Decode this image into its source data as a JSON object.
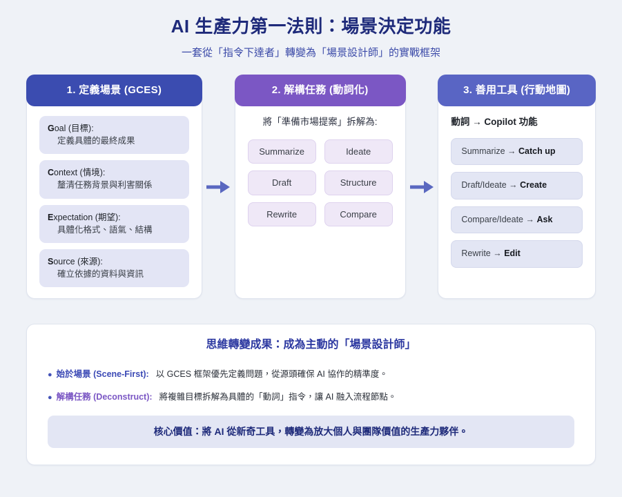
{
  "header": {
    "title": "AI 生產力第一法則：場景決定功能",
    "subtitle": "一套從「指令下達者」轉變為「場景設計師」的實戰框架"
  },
  "colors": {
    "page_background": "#eff2f7",
    "card1_header": "#3b4cb0",
    "card2_header": "#7b57c4",
    "card3_header": "#5965c4",
    "title": "#1e2a7a",
    "subtitle": "#3b4aa8",
    "arrow": "#5a68c0",
    "pill_indigo": "#e3e5f5",
    "chip_purple": "#efe8f7",
    "core_box": "#e3e6f4"
  },
  "flow": {
    "arrow_icon": "arrow-right-icon",
    "cards": [
      {
        "id": "define-scene",
        "header": "1. 定義場景 (GCES)",
        "items": [
          {
            "cap": "G",
            "rest": "oal (目標):",
            "desc": "定義具體的最終成果"
          },
          {
            "cap": "C",
            "rest": "ontext (情境):",
            "desc": "釐清任務背景與利害關係"
          },
          {
            "cap": "E",
            "rest": "xpectation (期望):",
            "desc": "具體化格式、語氣、結構"
          },
          {
            "cap": "S",
            "rest": "ource (來源):",
            "desc": "確立依據的資料與資訊"
          }
        ]
      },
      {
        "id": "deconstruct-task",
        "header": "2. 解構任務 (動詞化)",
        "lead": "將「準備市場提案」拆解為:",
        "verbs": [
          "Summarize",
          "Ideate",
          "Draft",
          "Structure",
          "Rewrite",
          "Compare"
        ]
      },
      {
        "id": "use-tools",
        "header": "3. 善用工具 (行動地圖)",
        "lead": "動詞 → Copilot 功能",
        "mappings": [
          {
            "from": "Summarize → ",
            "to": "Catch up"
          },
          {
            "from": "Draft/Ideate → ",
            "to": "Create"
          },
          {
            "from": "Compare/Ideate → ",
            "to": "Ask"
          },
          {
            "from": "Rewrite → ",
            "to": "Edit"
          }
        ]
      }
    ]
  },
  "summary": {
    "title": "思維轉變成果：成為主動的「場景設計師」",
    "bullets": [
      {
        "label": "始於場景 (Scene-First):",
        "text": "以 GCES 框架優先定義問題，從源頭確保 AI 協作的精準度。"
      },
      {
        "label": "解構任務 (Deconstruct):",
        "text": "將複雜目標拆解為具體的「動詞」指令，讓 AI 融入流程節點。"
      }
    ],
    "core_value": "核心價值：將 AI 從新奇工具，轉變為放大個人與團隊價值的生產力夥伴。"
  }
}
